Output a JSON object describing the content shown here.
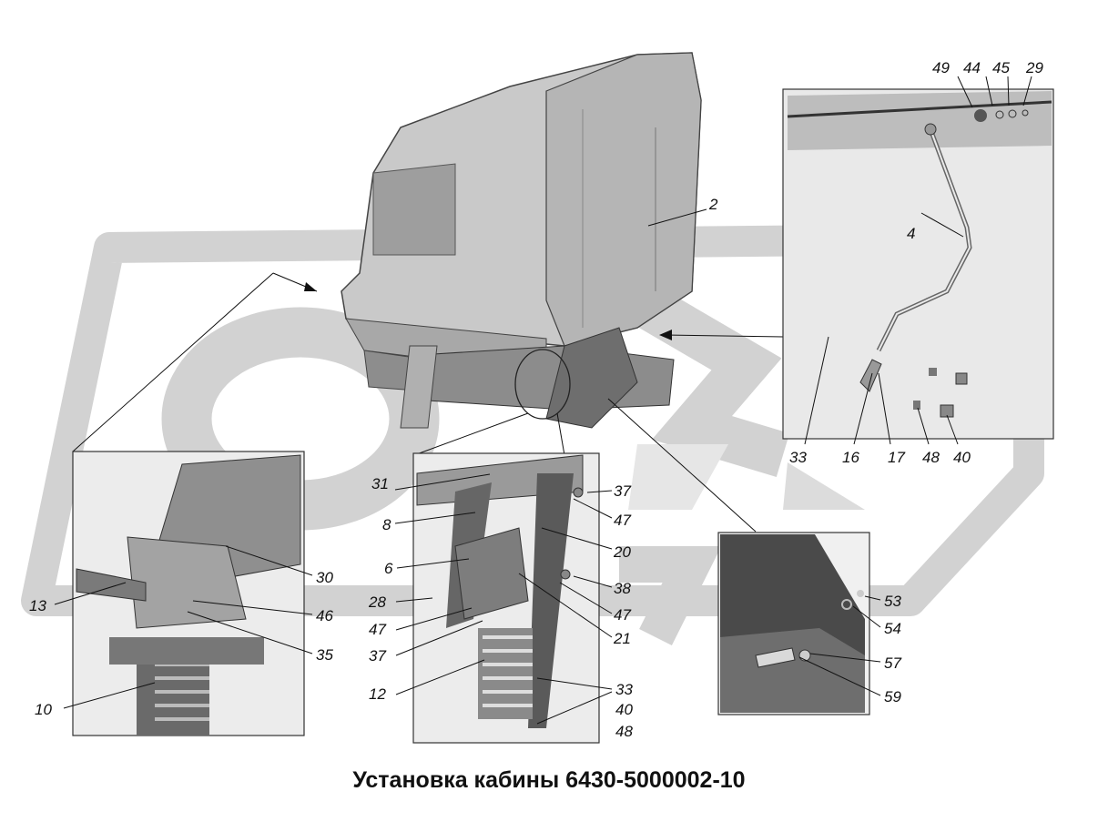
{
  "title": "Установка кабины 6430-5000002-10",
  "callouts": {
    "c2": "2",
    "c4": "4",
    "c49": "49",
    "c44": "44",
    "c45": "45",
    "c29": "29",
    "c33a": "33",
    "c16": "16",
    "c17": "17",
    "c48a": "48",
    "c40a": "40",
    "c31": "31",
    "c37a": "37",
    "c47a": "47",
    "c8": "8",
    "c20": "20",
    "c6": "6",
    "c38": "38",
    "c28": "28",
    "c47b": "47",
    "c47c": "47",
    "c21": "21",
    "c37b": "37",
    "c12": "12",
    "c33b": "33",
    "c40b": "40",
    "c48b": "48",
    "c30": "30",
    "c13": "13",
    "c46": "46",
    "c35": "35",
    "c10": "10",
    "c53": "53",
    "c54": "54",
    "c57": "57",
    "c59": "59"
  }
}
